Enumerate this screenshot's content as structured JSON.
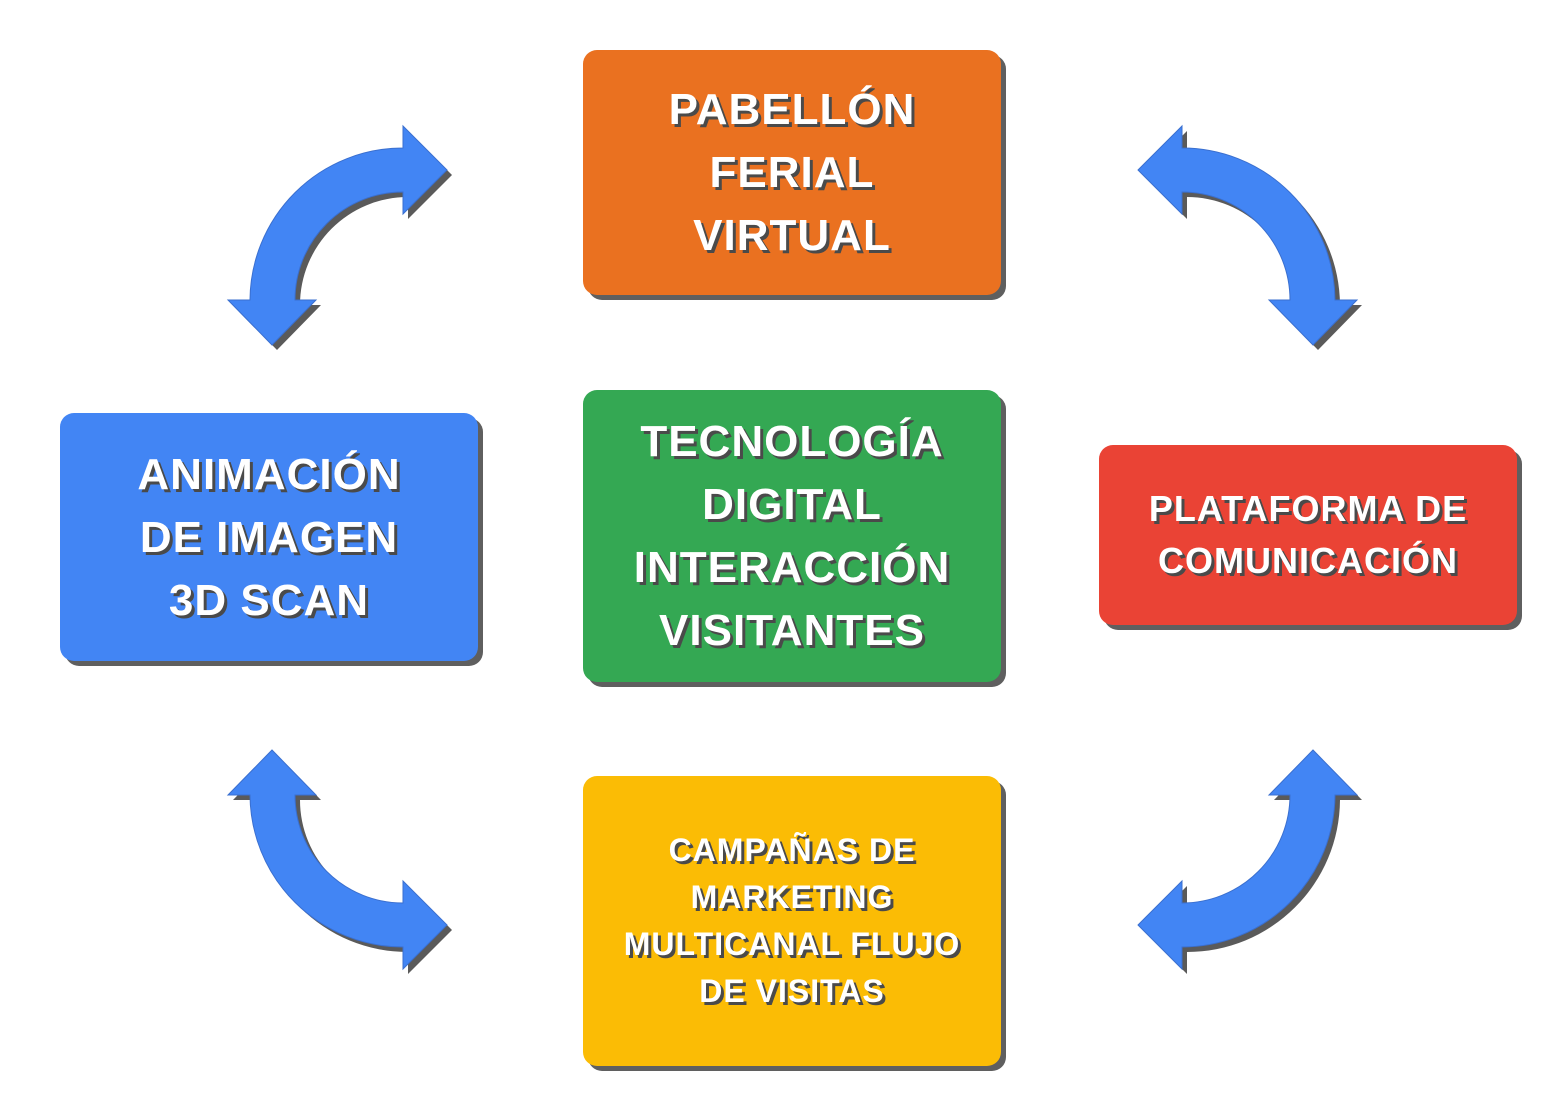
{
  "colors": {
    "top": "#EA7120",
    "center": "#34A853",
    "left": "#4285F4",
    "right": "#EA4335",
    "bottom": "#FBBC05",
    "arrow": "#4285F4",
    "arrow_shadow": "#5a5a5a"
  },
  "boxes": {
    "top": {
      "lines": [
        "PABELLÓN",
        "FERIAL",
        "VIRTUAL"
      ]
    },
    "center": {
      "lines": [
        "TECNOLOGÍA",
        "DIGITAL",
        "INTERACCIÓN",
        "VISITANTES"
      ]
    },
    "left": {
      "lines": [
        "ANIMACIÓN",
        "DE IMAGEN",
        "3D SCAN"
      ]
    },
    "right": {
      "lines": [
        "PLATAFORMA DE",
        "COMUNICACIÓN"
      ]
    },
    "bottom": {
      "lines": [
        "CAMPAÑAS DE",
        "MARKETING",
        "MULTICANAL FLUJO",
        "DE VISITAS"
      ]
    }
  },
  "arrows": {
    "icon": "double-headed-curved-arrow",
    "count": 4
  }
}
